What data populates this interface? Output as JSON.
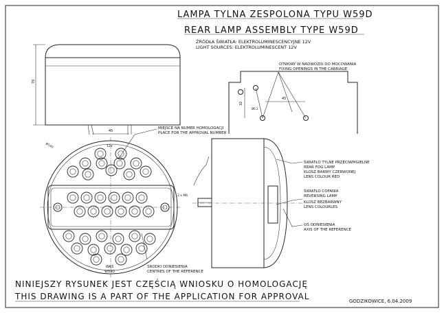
{
  "title": {
    "pl": "LAMPA TYLNA ZESPOLONA TYPU W59D",
    "en": "REAR LAMP ASSEMBLY TYPE W59D",
    "sources_pl": "ŹRÓDŁA ŚWIATŁA: ELEKTROLUMINESCENCYJNE 12V",
    "sources_en": "LIGHT SOURCES: ELEKTROLUMINESCENT 12V"
  },
  "mounting": {
    "label_pl": "OTWORY W NADWOZIU DO MOCOWANIA",
    "label_en": "FIXING OPENINGS IN THE CARRIAGE",
    "dim_45": "45",
    "dim_32": "32",
    "dim_hole": "Ø6.2"
  },
  "front": {
    "approval_label_pl": "MIEJSCE NA NUMER HOMOLOGACJI",
    "approval_label_en": "PLACE FOR THE APPROVAL NUMBER",
    "dim_45": "45",
    "dim_diameter": "Ø140",
    "dim_height": "70",
    "voltage": "12V",
    "marking_1": "WAŚ",
    "marking_2": "W59D",
    "reference_pl": "ŚRODKI ODNIESIENIA",
    "reference_en": "CENTRES OF THE REFERENCE"
  },
  "side": {
    "rear_fog_pl": "ŚWIATŁO TYLNE PRZECIWMGIELNE",
    "rear_fog_en": "REAR FOG LAMP",
    "rear_fog_lens_pl": "KLOSZ BARWY CZERWONEJ",
    "rear_fog_lens_en": "LENS COLOUR RED",
    "reversing_pl": "ŚWIATŁO COFANIA",
    "reversing_en": "REVERSING LAMP",
    "reversing_lens_pl": "KLOSZ BEZBARWNY",
    "reversing_lens_en": "LENS COLOURLES",
    "axis_pl": "OŚ ODNIESIENIA",
    "axis_en": "AXIS OF THE REFERENCE",
    "bolt": "2 x M6"
  },
  "footer": {
    "note_pl": "NINIEJSZY RYSUNEK JEST CZĘŚCIĄ WNIOSKU O HOMOLOGACJĘ",
    "note_en": "THIS DRAWING IS A PART OF THE APPLICATION FOR APPROVAL",
    "place_date": "GODZIKOWICE, 6.04.2009"
  },
  "colors": {
    "line": "#222222",
    "paper": "#ffffff"
  }
}
